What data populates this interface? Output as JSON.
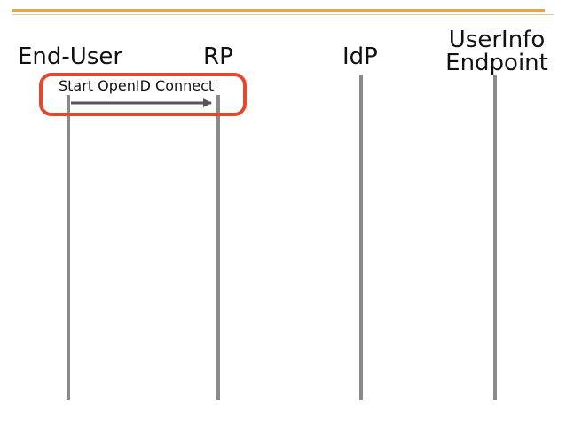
{
  "colors": {
    "accent": "#e9a44a",
    "lifeline": "#8a8a8a",
    "arrow": "#555555",
    "highlight": "#e8462a"
  },
  "actors": [
    {
      "id": "end-user",
      "label": "End-User"
    },
    {
      "id": "rp",
      "label": "RP"
    },
    {
      "id": "idp",
      "label": "IdP"
    },
    {
      "id": "userinfo",
      "label_line1": "UserInfo",
      "label_line2": "Endpoint"
    }
  ],
  "messages": [
    {
      "from": "End-User",
      "to": "RP",
      "label": "Start OpenID Connect",
      "highlighted": true
    }
  ]
}
